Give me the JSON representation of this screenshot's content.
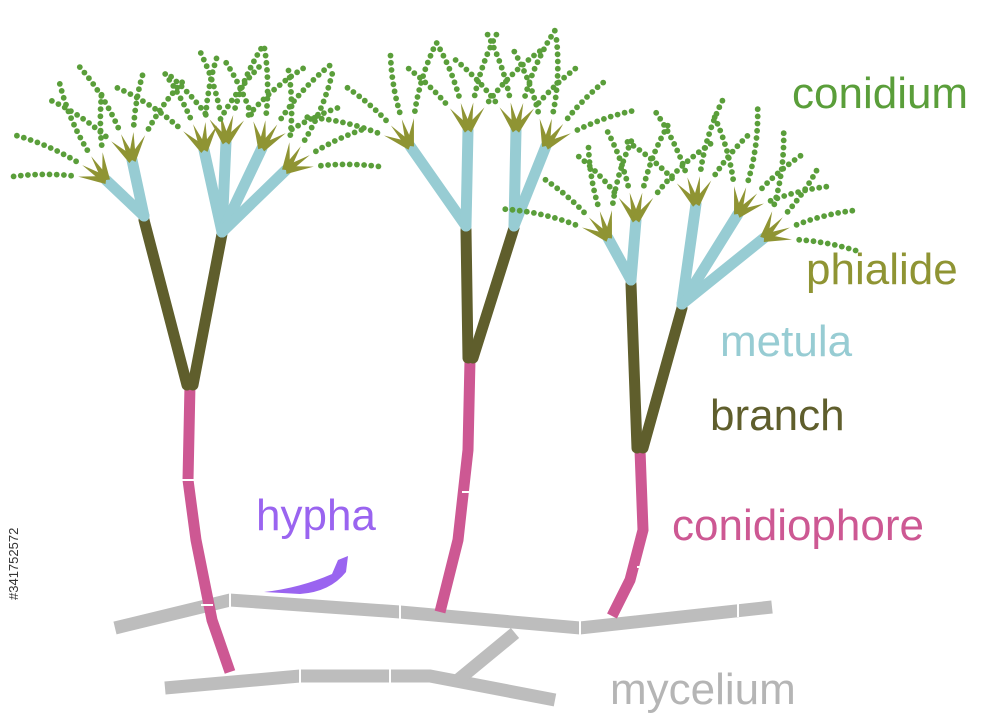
{
  "labels": {
    "conidium": "conidium",
    "phialide": "phialide",
    "metula": "metula",
    "branch": "branch",
    "conidiophore": "conidiophore",
    "hypha": "hypha",
    "mycelium": "mycelium"
  },
  "watermark": "#341752572",
  "colors": {
    "conidium": "#5a9e3a",
    "phialide": "#8f9433",
    "metula": "#97ccd3",
    "branch": "#5f5e2c",
    "conidiophore": "#cd5893",
    "hypha": "#9a64f0",
    "mycelium": "#bdbdbd"
  }
}
